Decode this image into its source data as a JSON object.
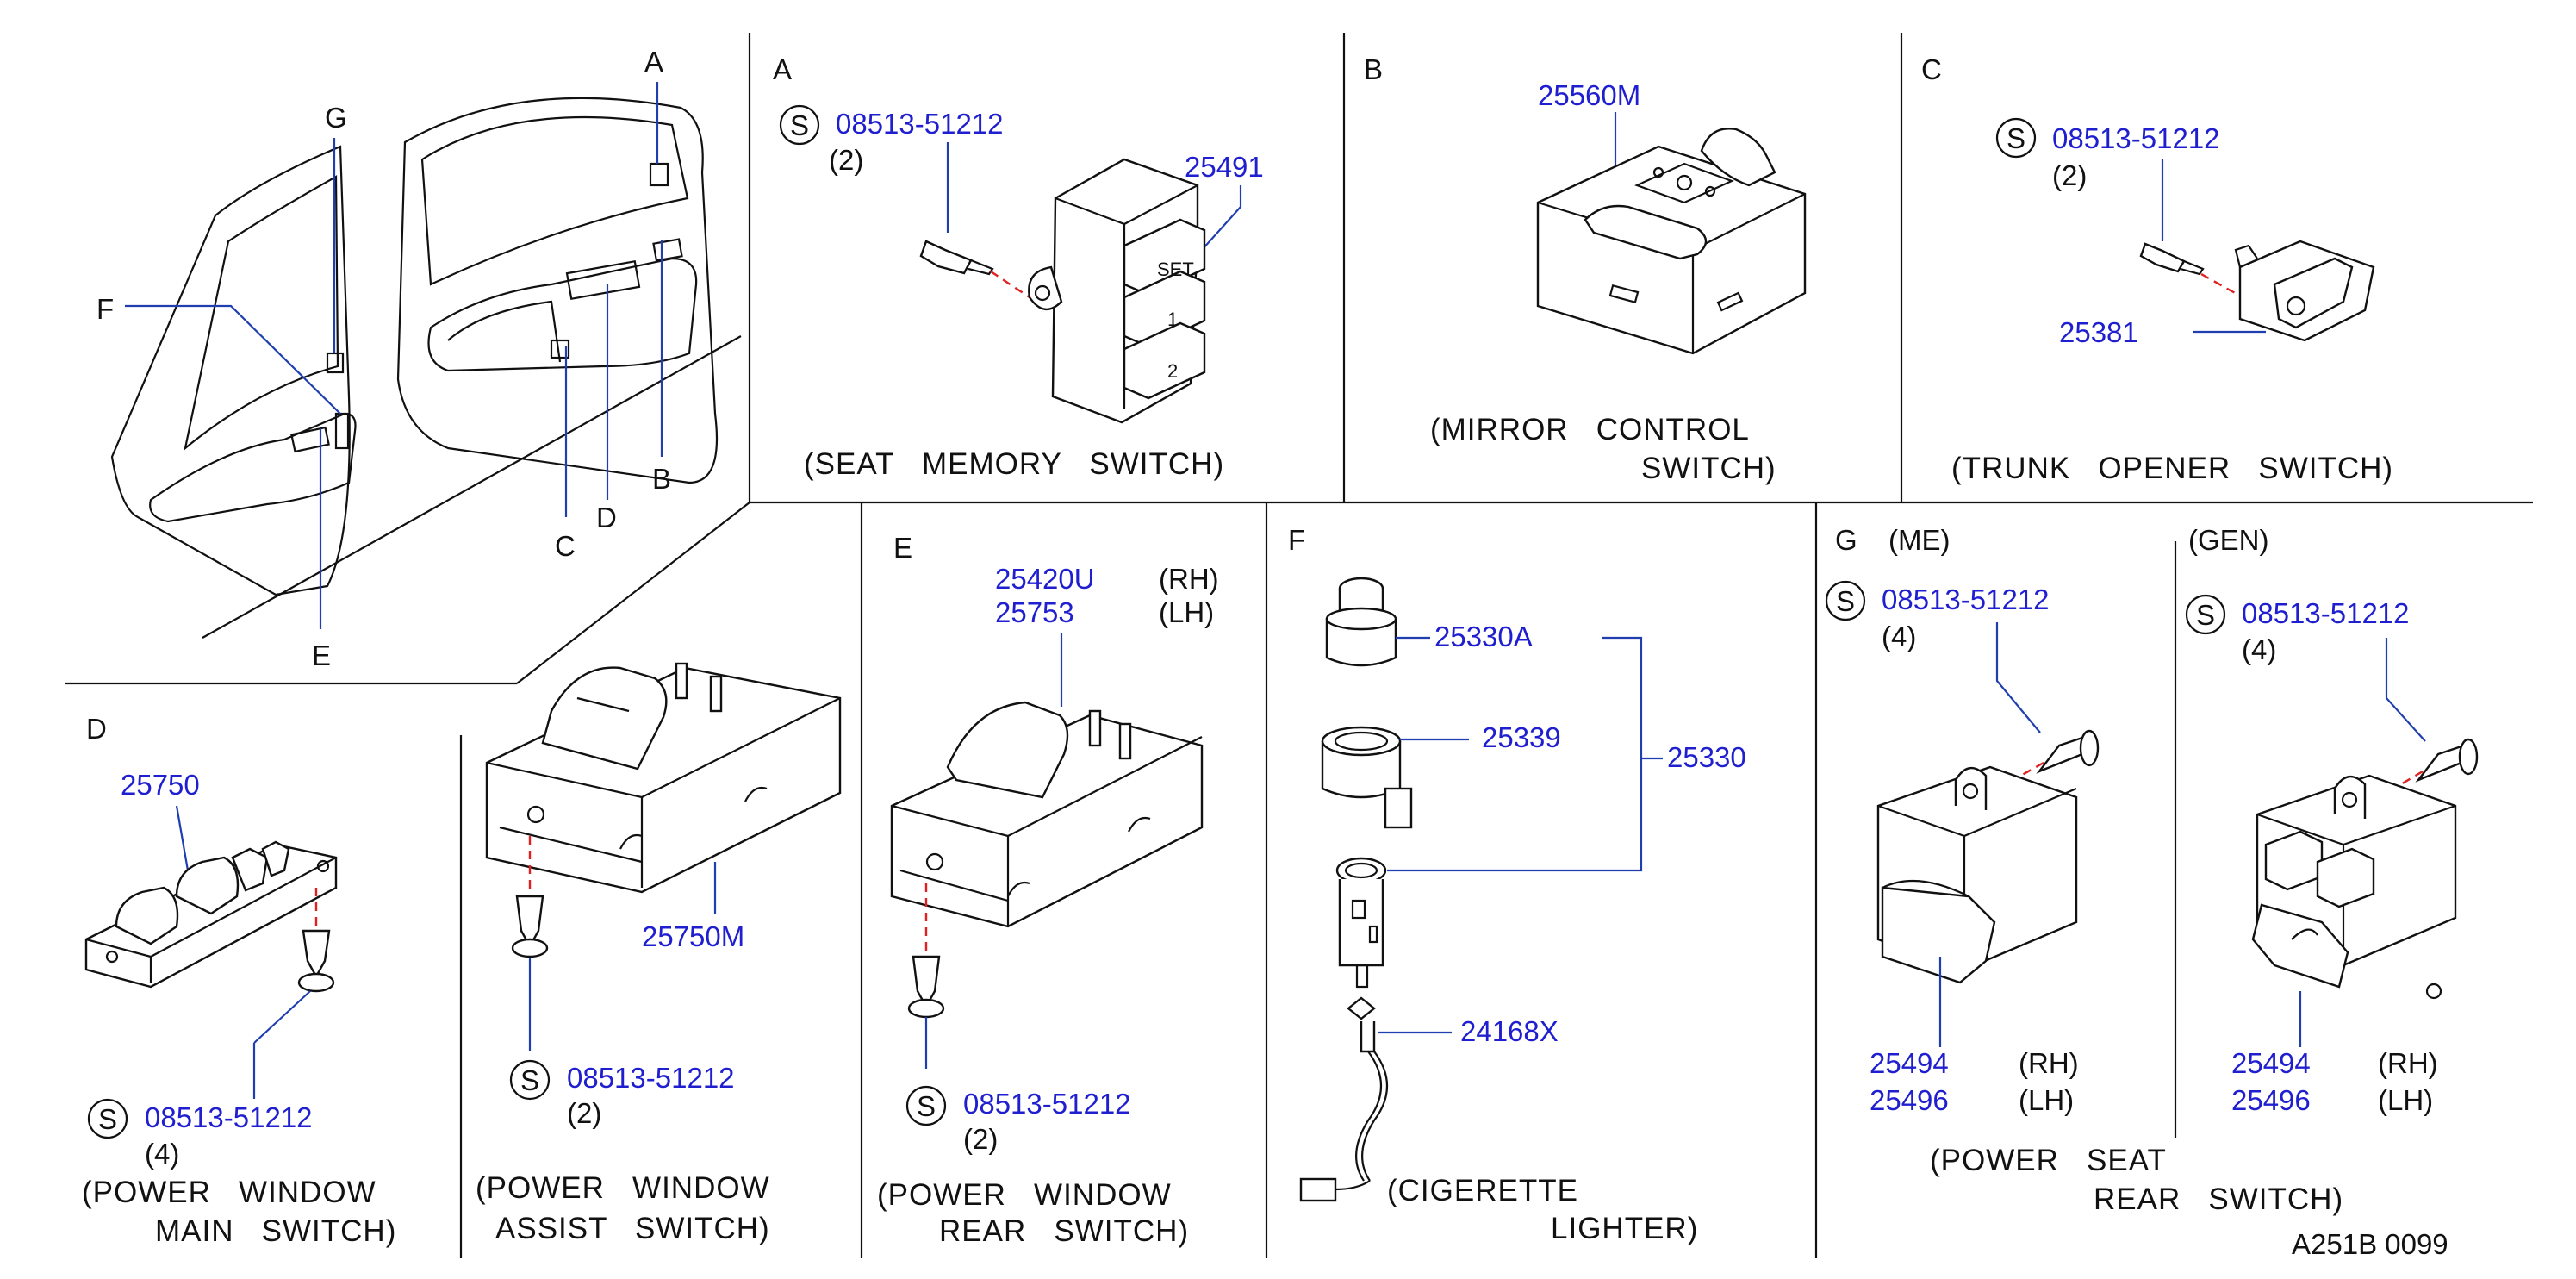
{
  "diagram_id": "A251B 0099",
  "screw_symbol": "S",
  "overview": {
    "labels": {
      "A": "A",
      "B": "B",
      "C": "C",
      "D": "D",
      "E": "E",
      "F": "F",
      "G": "G"
    }
  },
  "panels": {
    "A": {
      "letter": "A",
      "screw_part": "08513-51212",
      "screw_qty": "(2)",
      "part": "25491",
      "key_labels": [
        "SET",
        "1",
        "2"
      ],
      "caption": [
        "(SEAT   MEMORY   SWITCH)"
      ]
    },
    "B": {
      "letter": "B",
      "part": "25560M",
      "caption": [
        "(MIRROR   CONTROL",
        "SWITCH)"
      ]
    },
    "C": {
      "letter": "C",
      "screw_part": "08513-51212",
      "screw_qty": "(2)",
      "part": "25381",
      "caption": [
        "(TRUNK   OPENER   SWITCH)"
      ]
    },
    "D": {
      "letter": "D",
      "part": "25750",
      "screw_part": "08513-51212",
      "screw_qty": "(4)",
      "caption": [
        "(POWER   WINDOW",
        "MAIN   SWITCH)"
      ]
    },
    "D2": {
      "part": "25750M",
      "screw_part": "08513-51212",
      "screw_qty": "(2)",
      "caption": [
        "(POWER   WINDOW",
        "ASSIST   SWITCH)"
      ]
    },
    "E": {
      "letter": "E",
      "part_rh": "25420U",
      "part_lh": "25753",
      "rh": "(RH)",
      "lh": "(LH)",
      "screw_part": "08513-51212",
      "screw_qty": "(2)",
      "caption": [
        "(POWER   WINDOW",
        "REAR   SWITCH)"
      ]
    },
    "F": {
      "letter": "F",
      "parts": [
        "25330A",
        "25339",
        "25330",
        "24168X"
      ],
      "caption": [
        "(CIGERETTE",
        "LIGHTER)"
      ]
    },
    "G": {
      "letter": "G",
      "me": "(ME)",
      "gen": "(GEN)",
      "screw_part": "08513-51212",
      "screw_qty": "(4)",
      "part_rh": "25494",
      "part_lh": "25496",
      "rh": "(RH)",
      "lh": "(LH)",
      "caption": [
        "(POWER   SEAT",
        "REAR   SWITCH)"
      ]
    }
  }
}
